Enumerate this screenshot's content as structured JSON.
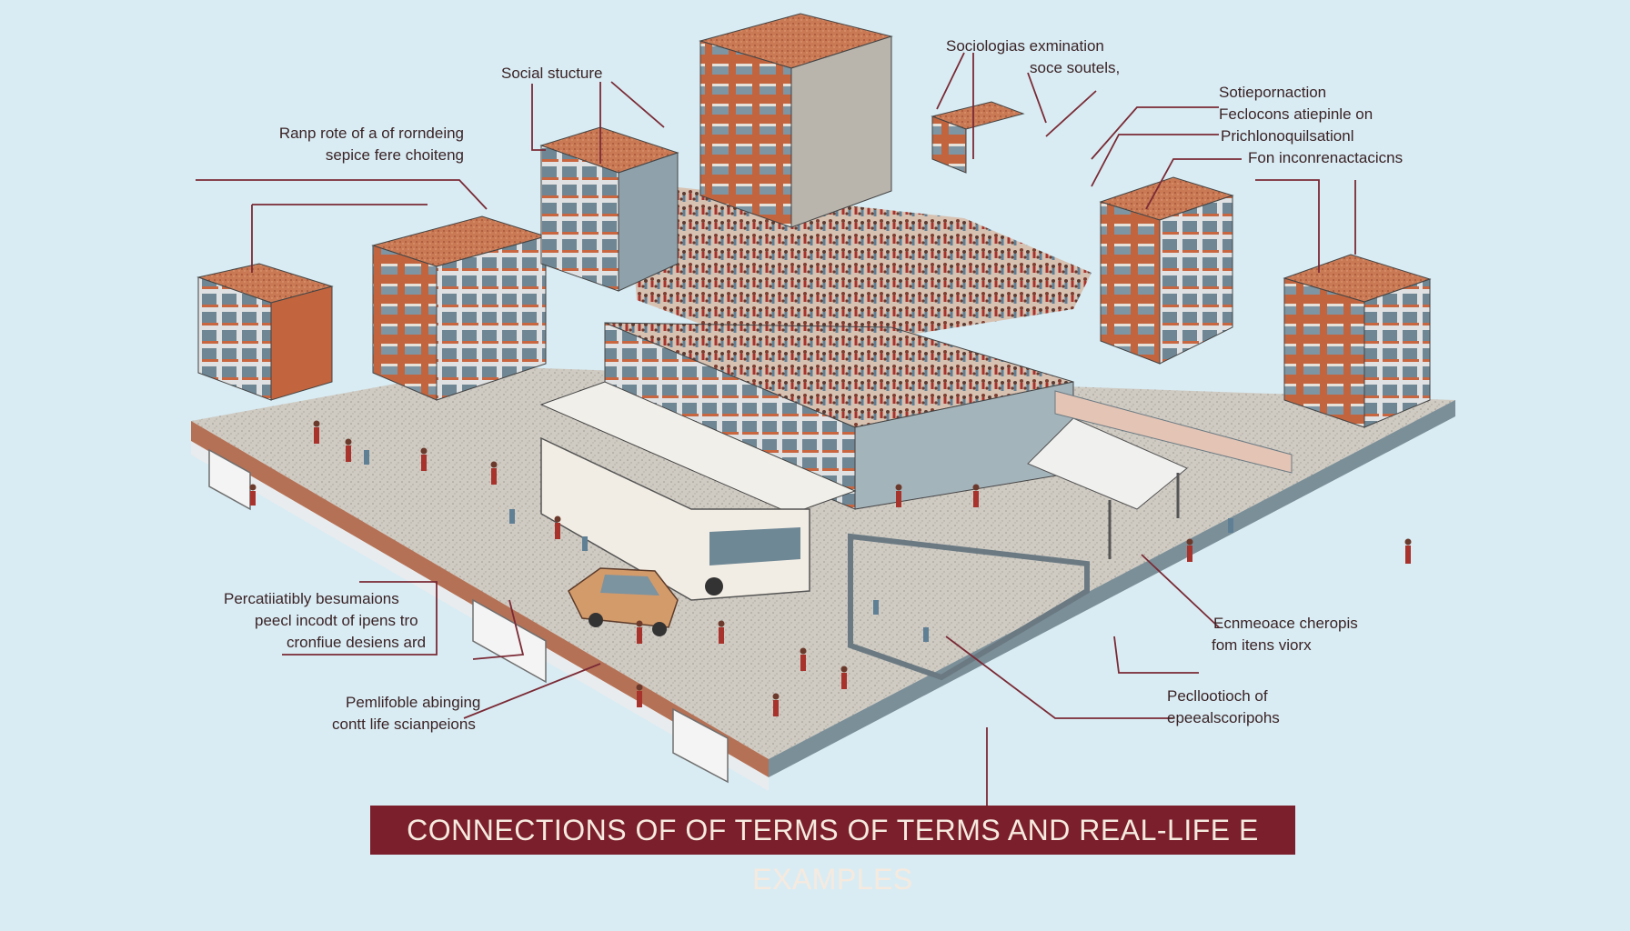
{
  "colors": {
    "sky": "#d9ecf3",
    "leader": "#7a2a35",
    "banner": "#7a1f2b",
    "banner_text": "#f6eadf",
    "brick": "#c9653f",
    "crowd_red": "#a8322c",
    "concrete": "#c9c5bd"
  },
  "labels": {
    "social_structure": "Social stucture",
    "sociologist_line1": "Sociologias exmination",
    "sociologist_line2": "soce soutels,",
    "rank_line1": "Ranp rote of a of rorndeing",
    "rank_line2": "sepice fere choiteng",
    "right_line1": "Sotiepornaction",
    "right_line2": "Feclocons atiepinle on",
    "right_line3": "Prichlonoquilsationl",
    "right_line4": "Fon inconrenactacicns",
    "left_mid_line1": "Percatiiatibly besumaions",
    "left_mid_line2": "peecl incodt of ipens tro",
    "left_mid_line3": "cronfiue desiens ard",
    "left_low_line1": "Pemlifoble abinging",
    "left_low_line2": "contt life scianpeions",
    "right_mid_line1": "Ecnmeoace cheropis",
    "right_mid_line2": "fom itens viorx",
    "right_low_line1": "Pecllootioch of",
    "right_low_line2": "epeealscoripohs"
  },
  "banner": {
    "text": "CONNECTIONS OF OF  TERMS OF TERMS AND REAL-LIFE E EXAMPLES"
  }
}
